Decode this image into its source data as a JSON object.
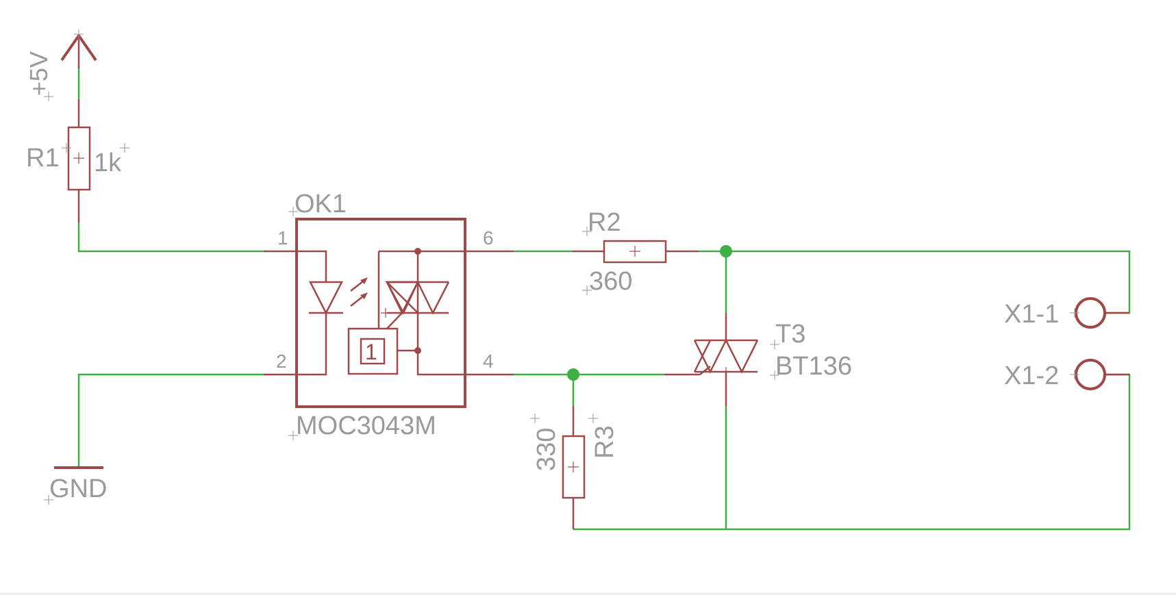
{
  "supply": {
    "label": "+5V",
    "color": "#a04848"
  },
  "ground": {
    "label": "GND"
  },
  "r1": {
    "name": "R1",
    "value": "1k"
  },
  "r2": {
    "name": "R2",
    "value": "360"
  },
  "r3": {
    "name": "R3",
    "value": "330"
  },
  "ok1": {
    "name": "OK1",
    "part": "MOC3043M",
    "pins": {
      "p1": "1",
      "p2": "2",
      "p4": "4",
      "p6": "6"
    },
    "zc_label": "1"
  },
  "t3": {
    "name": "T3",
    "part": "BT136"
  },
  "x1": {
    "pin1": "X1-1",
    "pin2": "X1-2"
  },
  "colors": {
    "wire": "#3cb043",
    "symbol": "#a04848",
    "text": "#9a9a9a"
  }
}
